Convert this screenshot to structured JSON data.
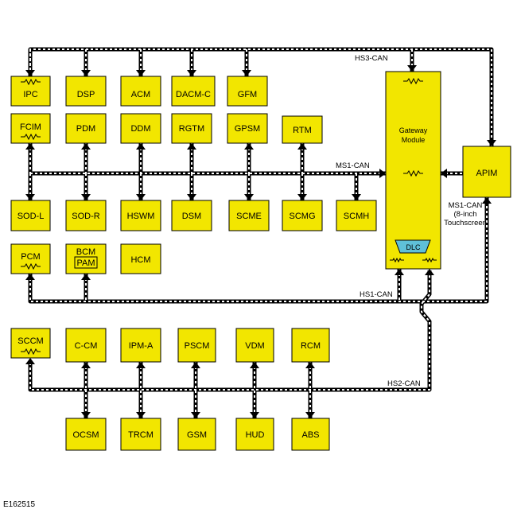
{
  "modules": {
    "ipc": "IPC",
    "dsp": "DSP",
    "acm": "ACM",
    "dacmc": "DACM-C",
    "gfm": "GFM",
    "fcim": "FCIM",
    "pdm": "PDM",
    "ddm": "DDM",
    "rgtm": "RGTM",
    "gpsm": "GPSM",
    "rtm": "RTM",
    "sodl": "SOD-L",
    "sodr": "SOD-R",
    "hswm": "HSWM",
    "dsm": "DSM",
    "scme": "SCME",
    "scmg": "SCMG",
    "scmh": "SCMH",
    "pcm": "PCM",
    "bcm": "BCM",
    "pam": "PAM",
    "hcm": "HCM",
    "sccm": "SCCM",
    "ccm": "C-CM",
    "ipma": "IPM-A",
    "pscm": "PSCM",
    "vdm": "VDM",
    "rcm": "RCM",
    "ocsm": "OCSM",
    "trcm": "TRCM",
    "gsm": "GSM",
    "hud": "HUD",
    "abs": "ABS",
    "apim": "APIM",
    "gateway_line1": "Gateway",
    "gateway_line2": "Module",
    "dlc": "DLC"
  },
  "networks": {
    "hs3": "HS3-CAN",
    "ms1": "MS1-CAN",
    "hs1": "HS1-CAN",
    "hs2": "HS2-CAN",
    "ms1_apim_line1": "MS1-CAN",
    "ms1_apim_line2": "(8-inch",
    "ms1_apim_line3": "Touchscreen"
  },
  "figure_id": "E162515",
  "colors": {
    "module_fill": "#f2e600",
    "dlc_fill": "#5fc0d8",
    "bus_outer": "#000000",
    "bus_inner": "#ffffff"
  }
}
